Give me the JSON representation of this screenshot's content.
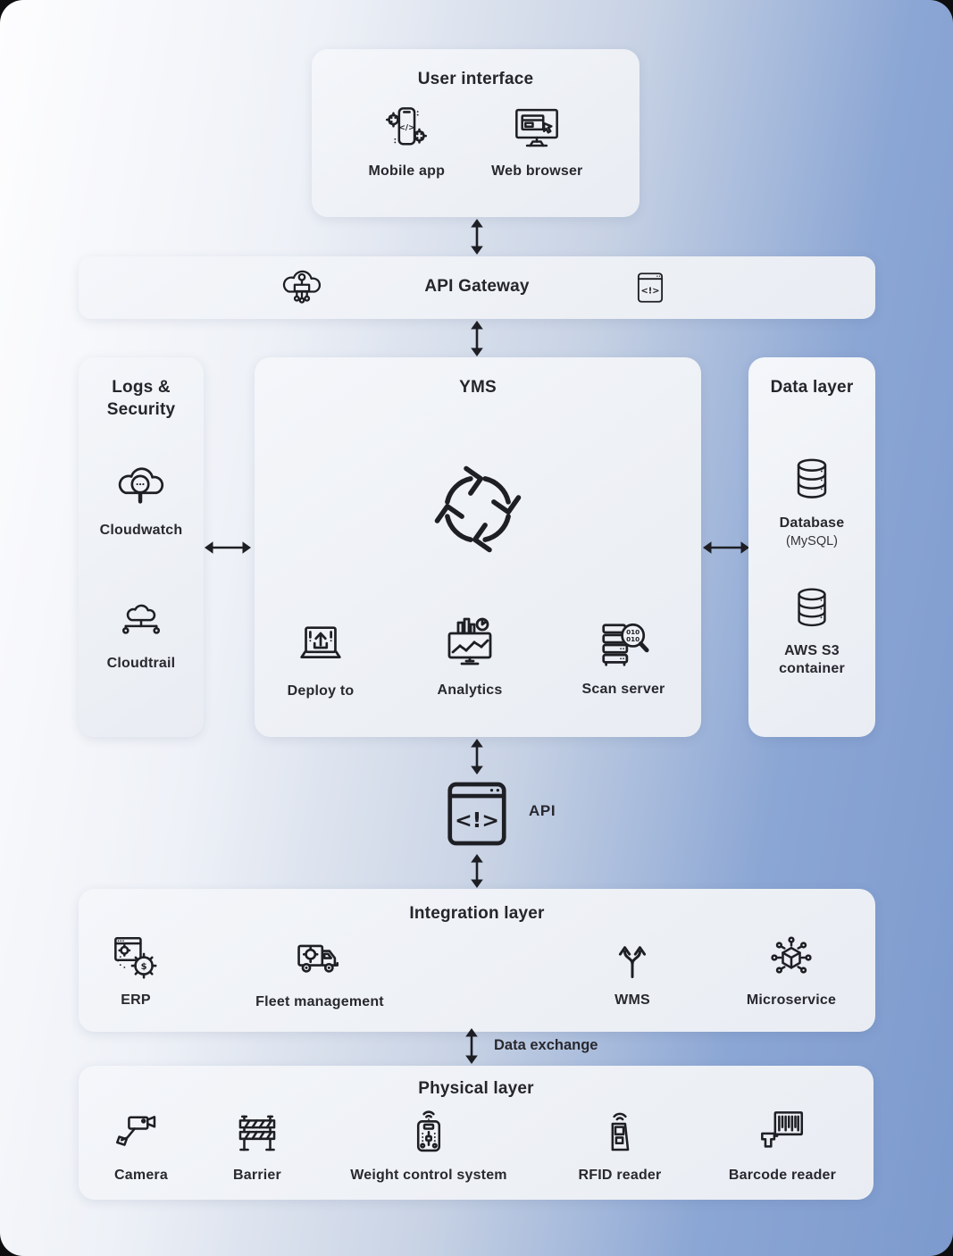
{
  "colors": {
    "background_light": "#fdfdfe",
    "background_blue": "#7d9ace",
    "panel": "#eff1f6",
    "line_art": "#1e1f24",
    "text": "#26262d"
  },
  "user_interface": {
    "title": "User interface",
    "items": [
      {
        "icon": "mobile-app-icon",
        "label": "Mobile app"
      },
      {
        "icon": "web-browser-icon",
        "label": "Web browser"
      }
    ]
  },
  "api_gateway": {
    "title": "API Gateway",
    "left_icon": "cloud-network-icon",
    "right_icon": "code-window-icon"
  },
  "logs_security": {
    "title": "Logs & Security",
    "items": [
      {
        "icon": "cloudwatch-icon",
        "label": "Cloudwatch"
      },
      {
        "icon": "cloudtrail-icon",
        "label": "Cloudtrail"
      }
    ]
  },
  "yms": {
    "title": "YMS",
    "center_icon": "process-cycle-icon",
    "items": [
      {
        "icon": "deploy-icon",
        "label": "Deploy to"
      },
      {
        "icon": "analytics-icon",
        "label": "Analytics"
      },
      {
        "icon": "scan-server-icon",
        "label": "Scan server"
      }
    ]
  },
  "data_layer": {
    "title": "Data layer",
    "items": [
      {
        "icon": "database-icon",
        "label": "Database",
        "sublabel": "(MySQL)"
      },
      {
        "icon": "s3-container-icon",
        "label": "AWS S3 container"
      }
    ]
  },
  "api_connector": {
    "icon": "code-window-icon",
    "label": "API"
  },
  "integration_layer": {
    "title": "Integration layer",
    "items": [
      {
        "icon": "erp-icon",
        "label": "ERP"
      },
      {
        "icon": "fleet-icon",
        "label": "Fleet management"
      },
      {
        "icon": "wms-icon",
        "label": "WMS"
      },
      {
        "icon": "microservice-icon",
        "label": "Microservice"
      }
    ]
  },
  "data_exchange": {
    "label": "Data exchange"
  },
  "physical_layer": {
    "title": "Physical layer",
    "items": [
      {
        "icon": "camera-icon",
        "label": "Camera"
      },
      {
        "icon": "barrier-icon",
        "label": "Barrier"
      },
      {
        "icon": "weight-icon",
        "label": "Weight control system"
      },
      {
        "icon": "rfid-icon",
        "label": "RFID reader"
      },
      {
        "icon": "barcode-icon",
        "label": "Barcode reader"
      }
    ]
  }
}
